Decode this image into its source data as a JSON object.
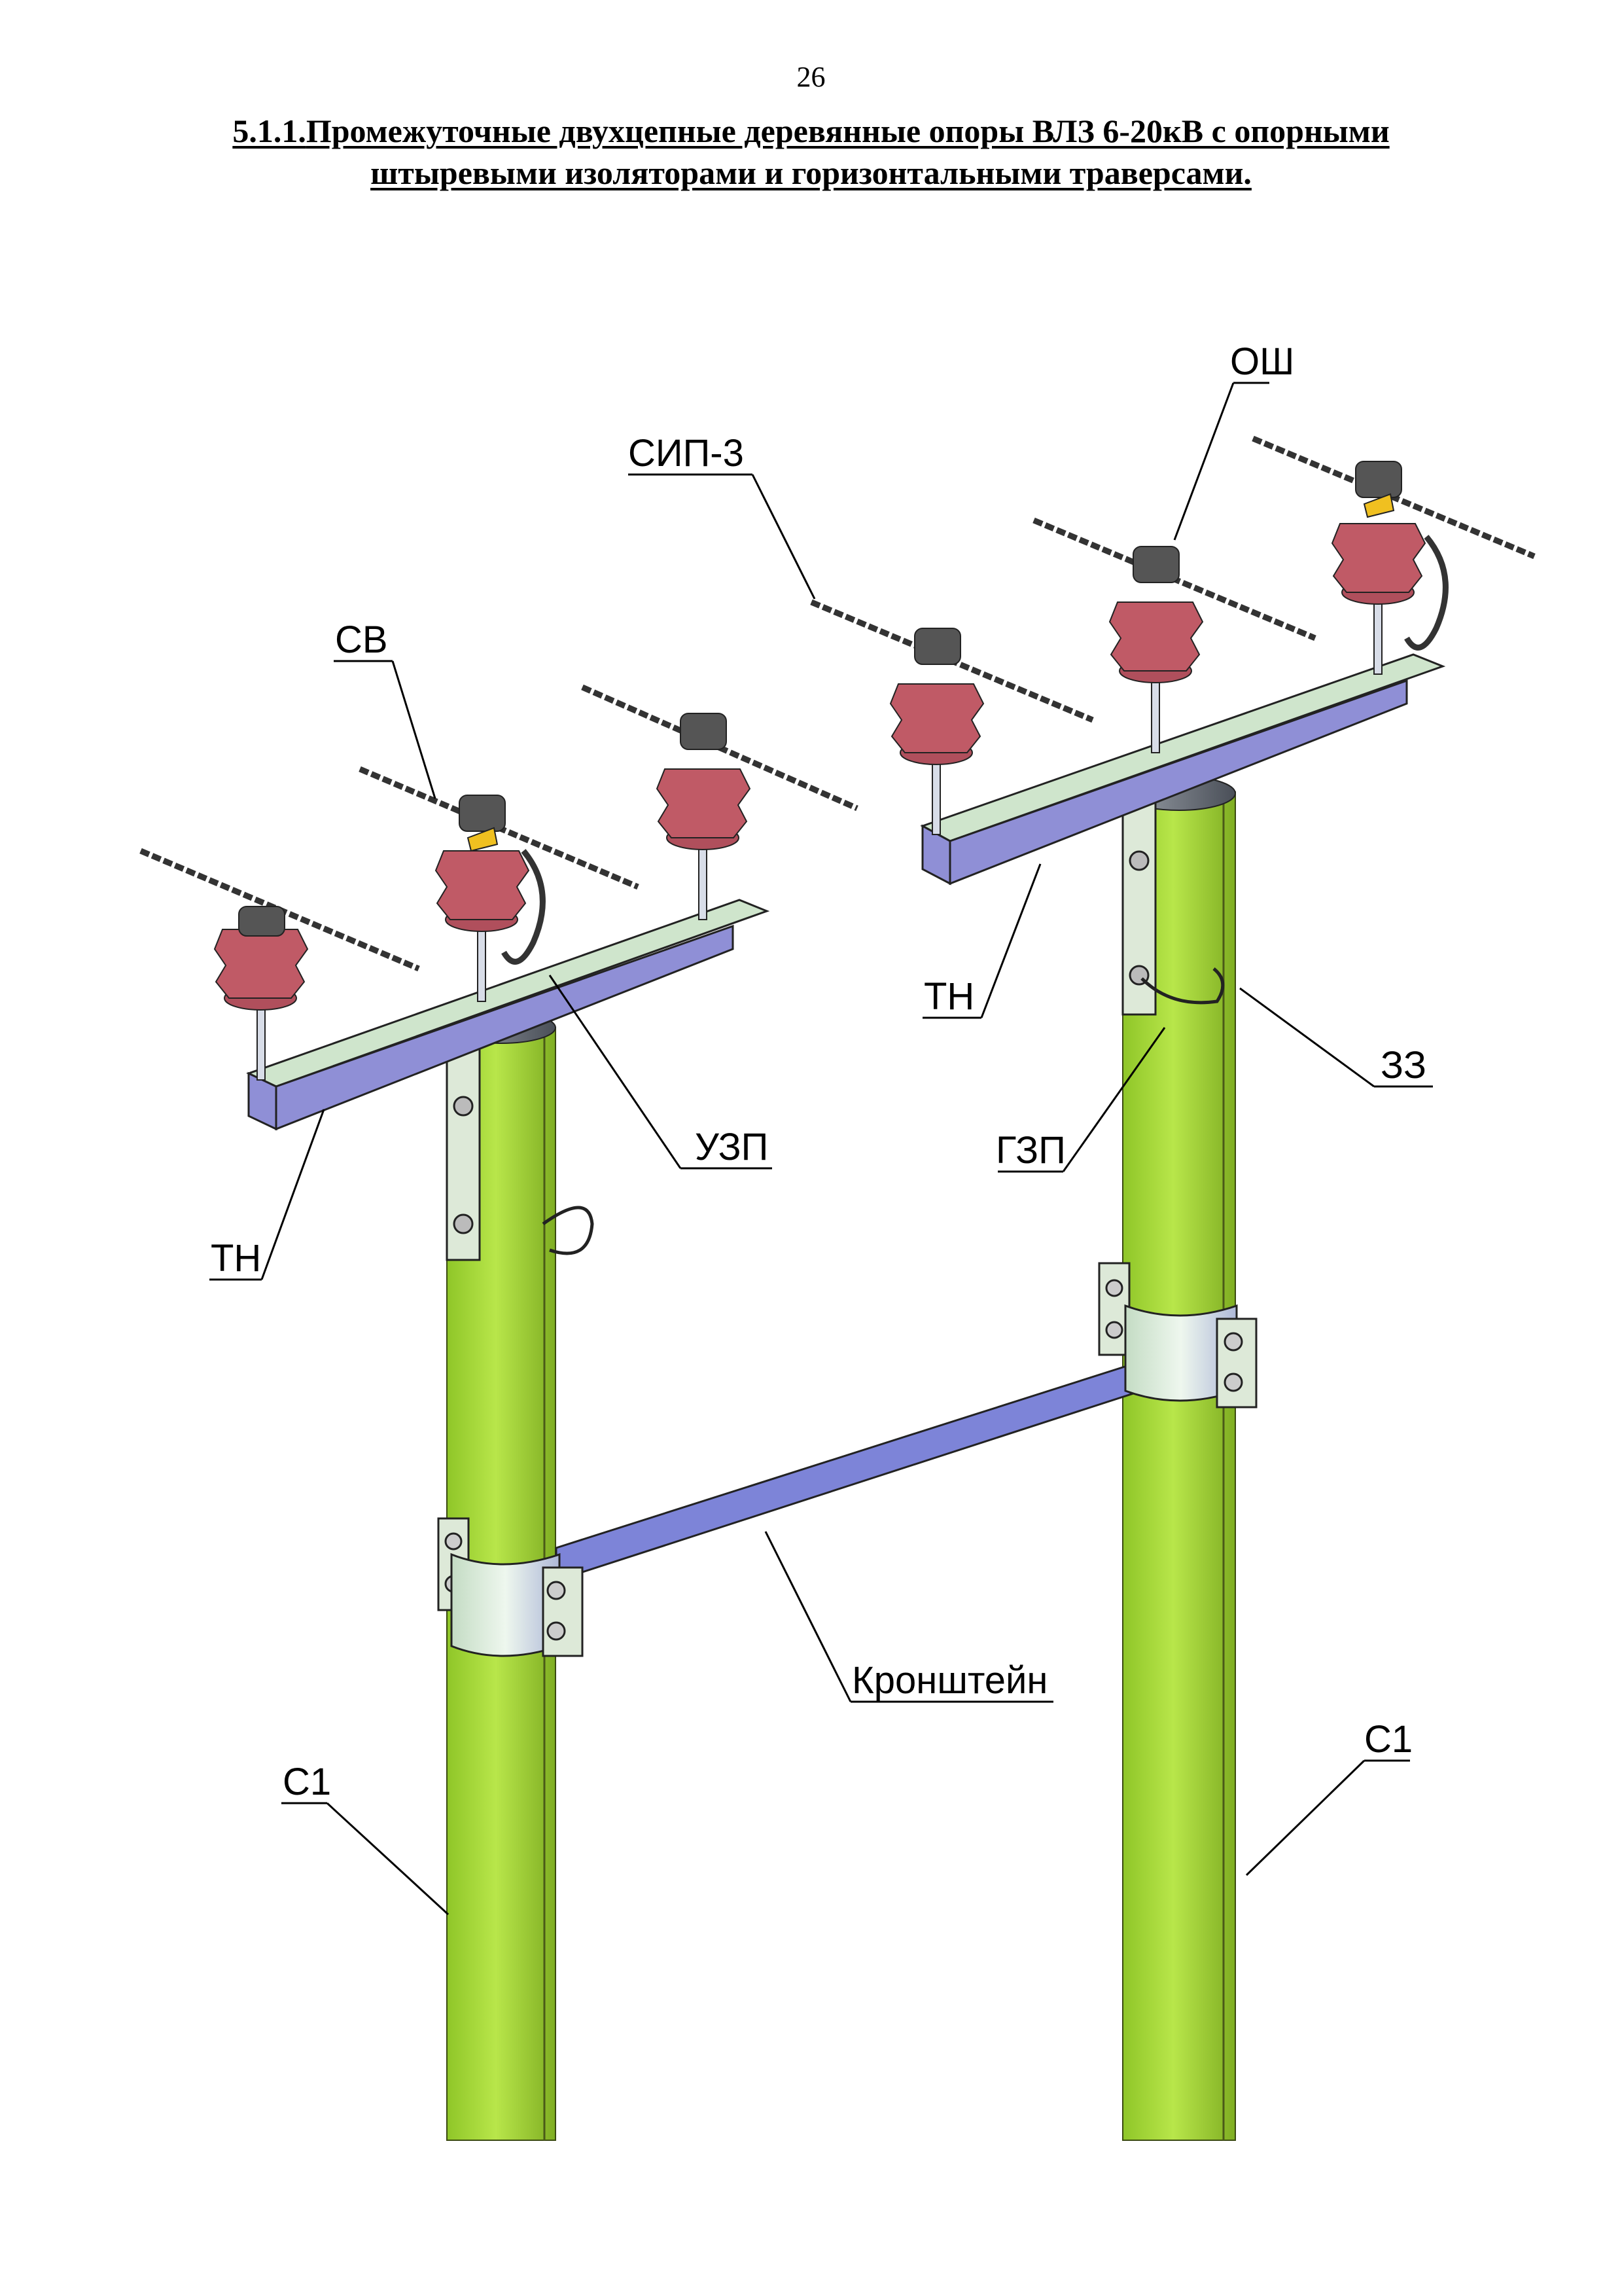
{
  "page": {
    "number": "26",
    "title_prefix": "5.1.1.",
    "title_line1": "Промежуточные двухцепные деревянные опоры ВЛЗ 6-20кВ с опорными",
    "title_line2": "штыревыми изоляторами и горизонтальными траверсами."
  },
  "labels": {
    "osh": "ОШ",
    "sip3": "СИП-3",
    "sv": "СВ",
    "tn_left": "ТН",
    "tn_right": "ТН",
    "uzp": "УЗП",
    "gzp": "ГЗП",
    "zz": "ЗЗ",
    "kronshtein": "Кронштейн",
    "c1_left": "С1",
    "c1_right": "С1"
  },
  "colors": {
    "pole": "#a8d83c",
    "crossarm_top": "#cfe5cc",
    "crossarm_side": "#8f8fd6",
    "insulator": "#c05a66",
    "bracket": "#7d84d8",
    "clamp": "#d9ead8"
  }
}
